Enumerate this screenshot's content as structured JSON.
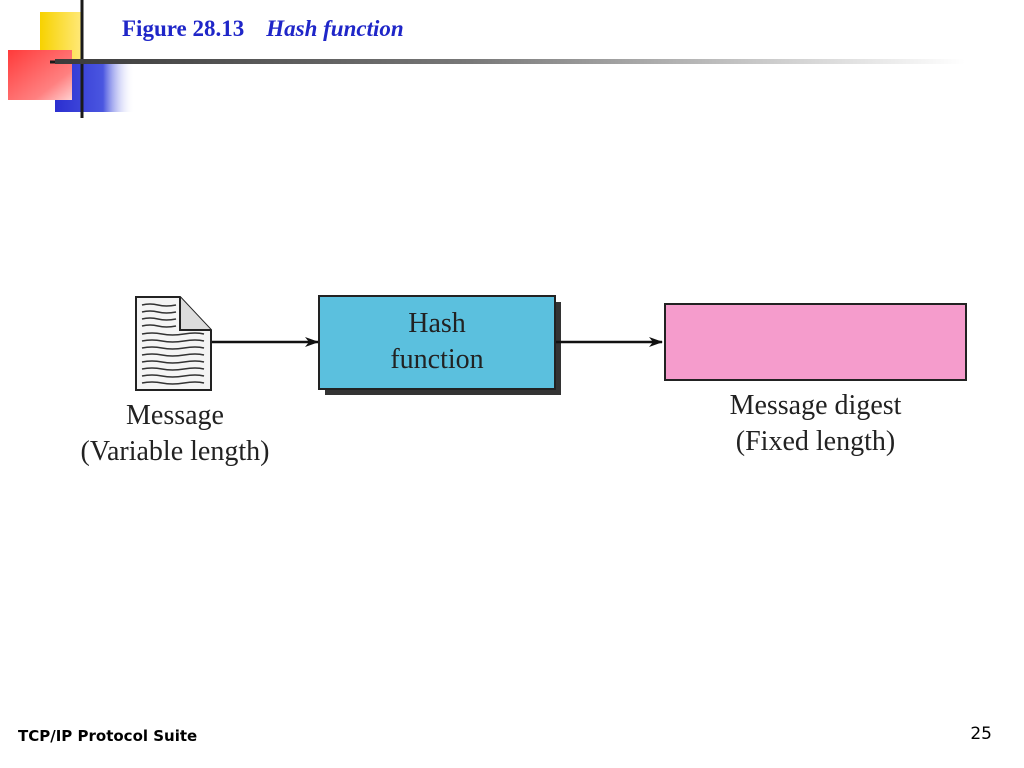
{
  "slide": {
    "figure_number": "Figure 28.13",
    "figure_title": "Hash function"
  },
  "diagram": {
    "input": {
      "icon": "document-icon",
      "label_line1": "Message",
      "label_line2": "(Variable length)"
    },
    "process": {
      "label_line1": "Hash",
      "label_line2": "function",
      "fill_color": "#5bc0de"
    },
    "output": {
      "label_line1": "Message digest",
      "label_line2": "(Fixed length)",
      "fill_color": "#f59ccc"
    }
  },
  "footer": {
    "left_text": "TCP/IP Protocol Suite",
    "page_number": "25"
  }
}
